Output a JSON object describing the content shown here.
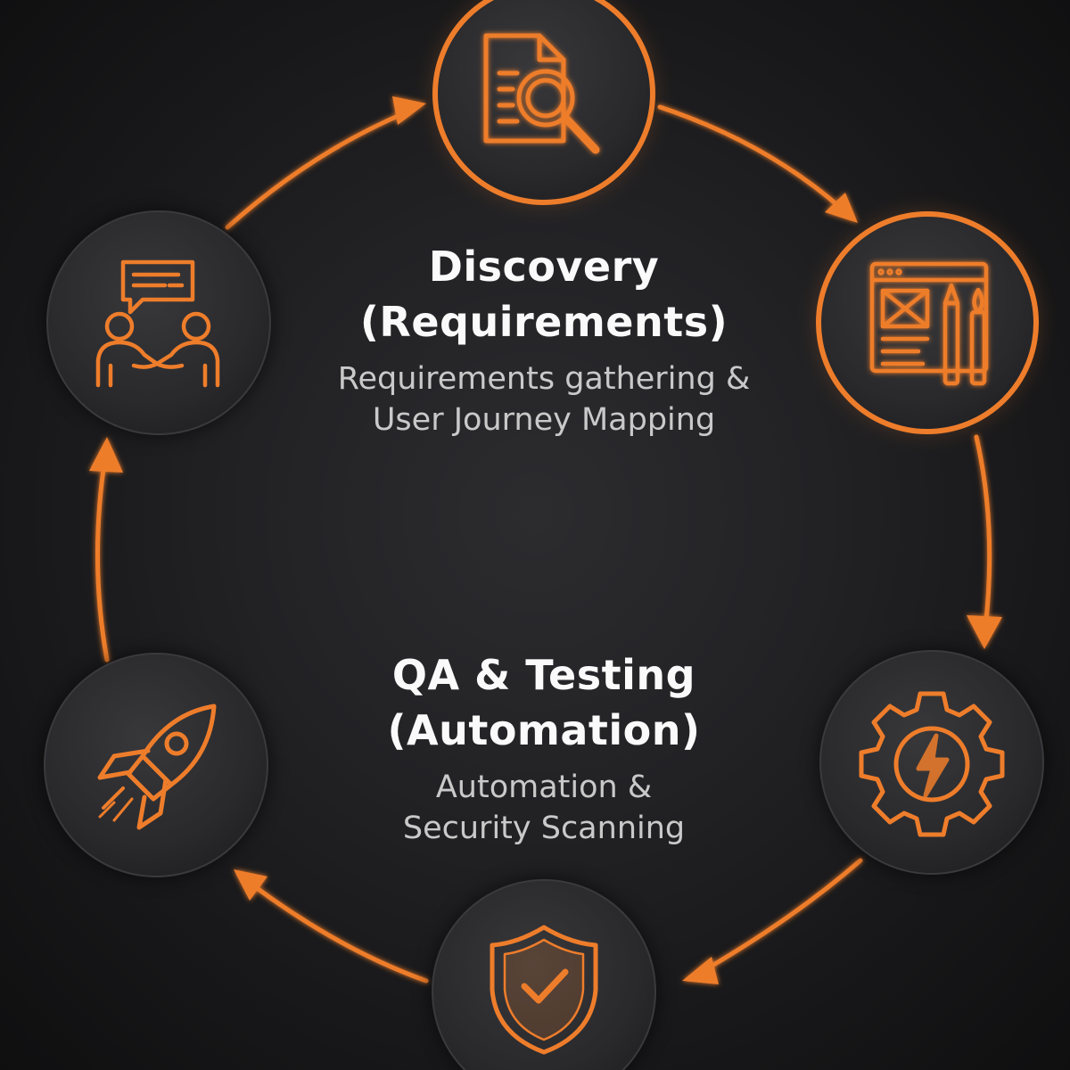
{
  "colors": {
    "accent": "#ee7d2b",
    "accent_glow": "#ff8c2e",
    "background": "#1e1e21",
    "node_fill": "#2a2a2d",
    "title_text": "#fafafa",
    "subtitle_text": "#c9c9c9"
  },
  "stages": [
    {
      "icon": "document-search-icon",
      "highlighted": true
    },
    {
      "icon": "design-wireframe-icon",
      "highlighted": true
    },
    {
      "icon": "gear-lightning-icon",
      "highlighted": false
    },
    {
      "icon": "shield-check-icon",
      "highlighted": false
    },
    {
      "icon": "rocket-icon",
      "highlighted": false
    },
    {
      "icon": "team-discussion-icon",
      "highlighted": false
    }
  ],
  "discovery": {
    "title_line1": "Discovery",
    "title_line2": "(Requirements)",
    "subtitle_line1": "Requirements gathering &",
    "subtitle_line2": "User Journey Mapping"
  },
  "qa": {
    "title_line1": "QA & Testing",
    "title_line2": "(Automation)",
    "subtitle_line1": "Automation &",
    "subtitle_line2": "Security Scanning"
  }
}
